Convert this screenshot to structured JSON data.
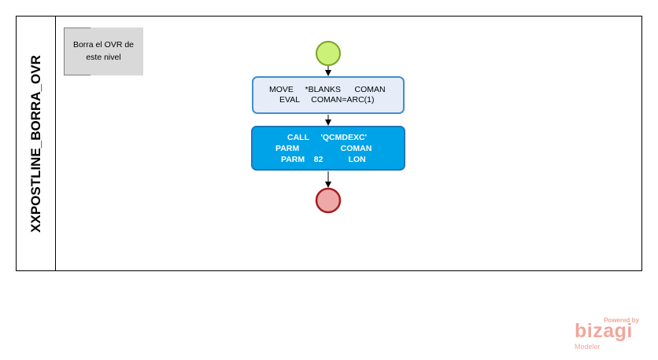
{
  "pool": {
    "title": "XXPOSTLINE_BORRA_OVR"
  },
  "annotation": {
    "text": "Borra el OVR de este nivel"
  },
  "tasks": [
    {
      "lines": [
        "MOVE     *BLANKS      COMAN",
        "EVAL     COMAN=ARC(1)"
      ]
    },
    {
      "lines": [
        "CALL     'QCMDEXC'",
        "PARM                  COMAN",
        "PARM    82           LON"
      ]
    }
  ],
  "colors": {
    "start_fill": "#ccf178",
    "start_stroke": "#7aa325",
    "end_fill": "#eea8a8",
    "end_stroke": "#a81c1c",
    "task1_fill": "#e6edf9",
    "task2_fill": "#00a3e8"
  },
  "watermark": {
    "powered": "Powered by",
    "brand": "bizagi",
    "product": "Modeler"
  }
}
